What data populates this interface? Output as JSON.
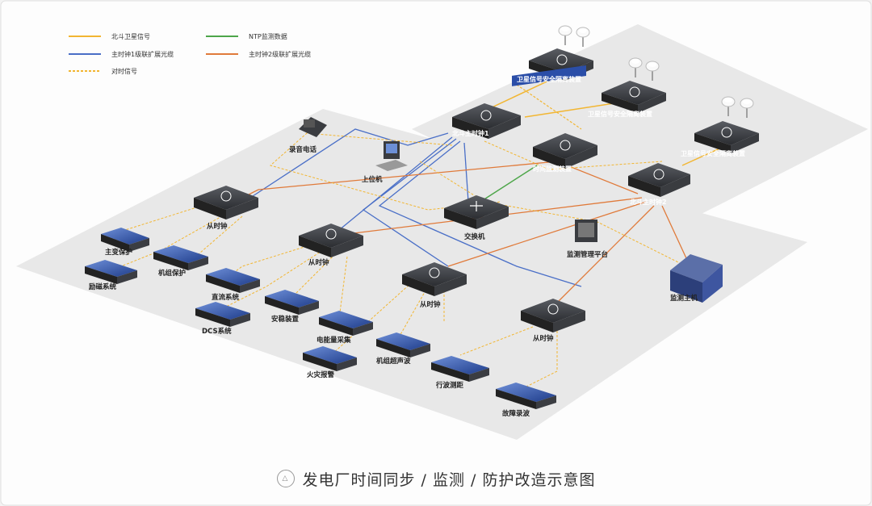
{
  "legend": [
    {
      "label": "北斗卫星信号",
      "color": "#f2b632",
      "style": "solid"
    },
    {
      "label": "NTP监测数据",
      "color": "#4ea64a",
      "style": "solid"
    },
    {
      "label": "主时钟1级联扩展光缆",
      "color": "#4a6fc7",
      "style": "solid"
    },
    {
      "label": "主时钟2级联扩展光缆",
      "color": "#e07a3a",
      "style": "solid"
    },
    {
      "label": "对时信号",
      "color": "#f2b632",
      "style": "dashed"
    }
  ],
  "devices": {
    "sat1": "卫星信号安全隔离装置",
    "sat2": "卫星信号安全隔离装置",
    "sat3": "卫星信号安全隔离装置",
    "master1": "北斗主时钟1",
    "master2": "北斗主时钟2",
    "timemon": "时间监测装置",
    "switch": "交换机",
    "phone": "录音电话",
    "pc": "上位机",
    "monitor": "监测管理平台",
    "host": "监测主机",
    "slave1": "从时钟",
    "slave2": "从时钟",
    "slave3": "从时钟",
    "slave4": "从时钟",
    "e1": "主变保护",
    "e2": "励磁系统",
    "e3": "机组保护",
    "e4": "直流系统",
    "e5": "DCS系统",
    "e6": "安稳装置",
    "e7": "电能量采集",
    "e8": "火灾报警",
    "e9": "机组超声波",
    "e10": "行波测距",
    "e11": "故障录波"
  },
  "caption": "发电厂时间同步 / 监测 / 防护改造示意图",
  "colors": {
    "platform": "#e6e6e6",
    "device_dark": "#2f3135",
    "device_blue": "#2c4fa3",
    "label_blue": "#2b4ea8"
  }
}
